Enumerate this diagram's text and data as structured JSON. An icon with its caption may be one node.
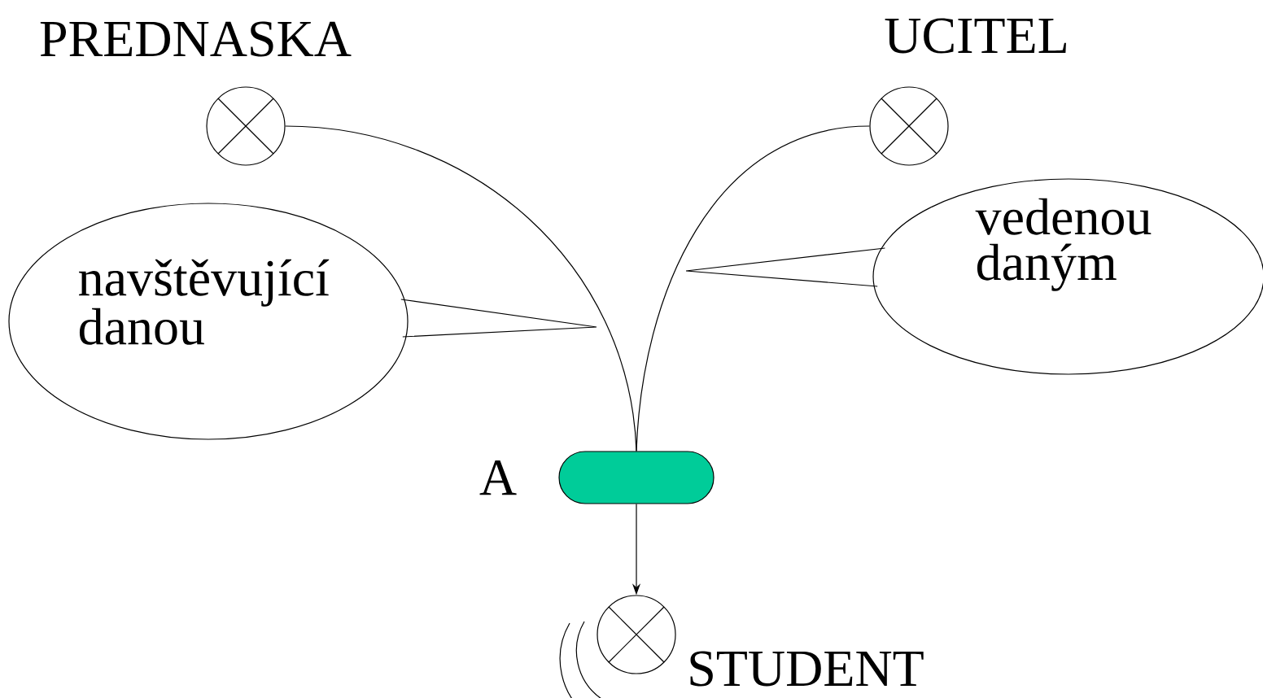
{
  "diagram": {
    "nodes": [
      {
        "text": [
          "PREDNASKA"
        ]
      },
      {
        "text": [
          "UCITEL"
        ]
      },
      {
        "text": [],
        "shape": "bar",
        "beside": [
          "A"
        ]
      },
      {
        "text": [
          "STUDENT"
        ]
      },
      {
        "text": [
          "navštěvující danou"
        ]
      },
      {
        "text": [
          "vedenou daným"
        ]
      }
    ],
    "edges": [
      {
        "from": 0,
        "to": 2,
        "arrow": "none"
      },
      {
        "from": 1,
        "to": 2,
        "arrow": "none"
      },
      {
        "from": 2,
        "to": 3,
        "arrow": "to"
      },
      {
        "from": 4,
        "to": null,
        "arrow": "none"
      },
      {
        "from": 5,
        "to": null,
        "arrow": "none"
      }
    ]
  }
}
